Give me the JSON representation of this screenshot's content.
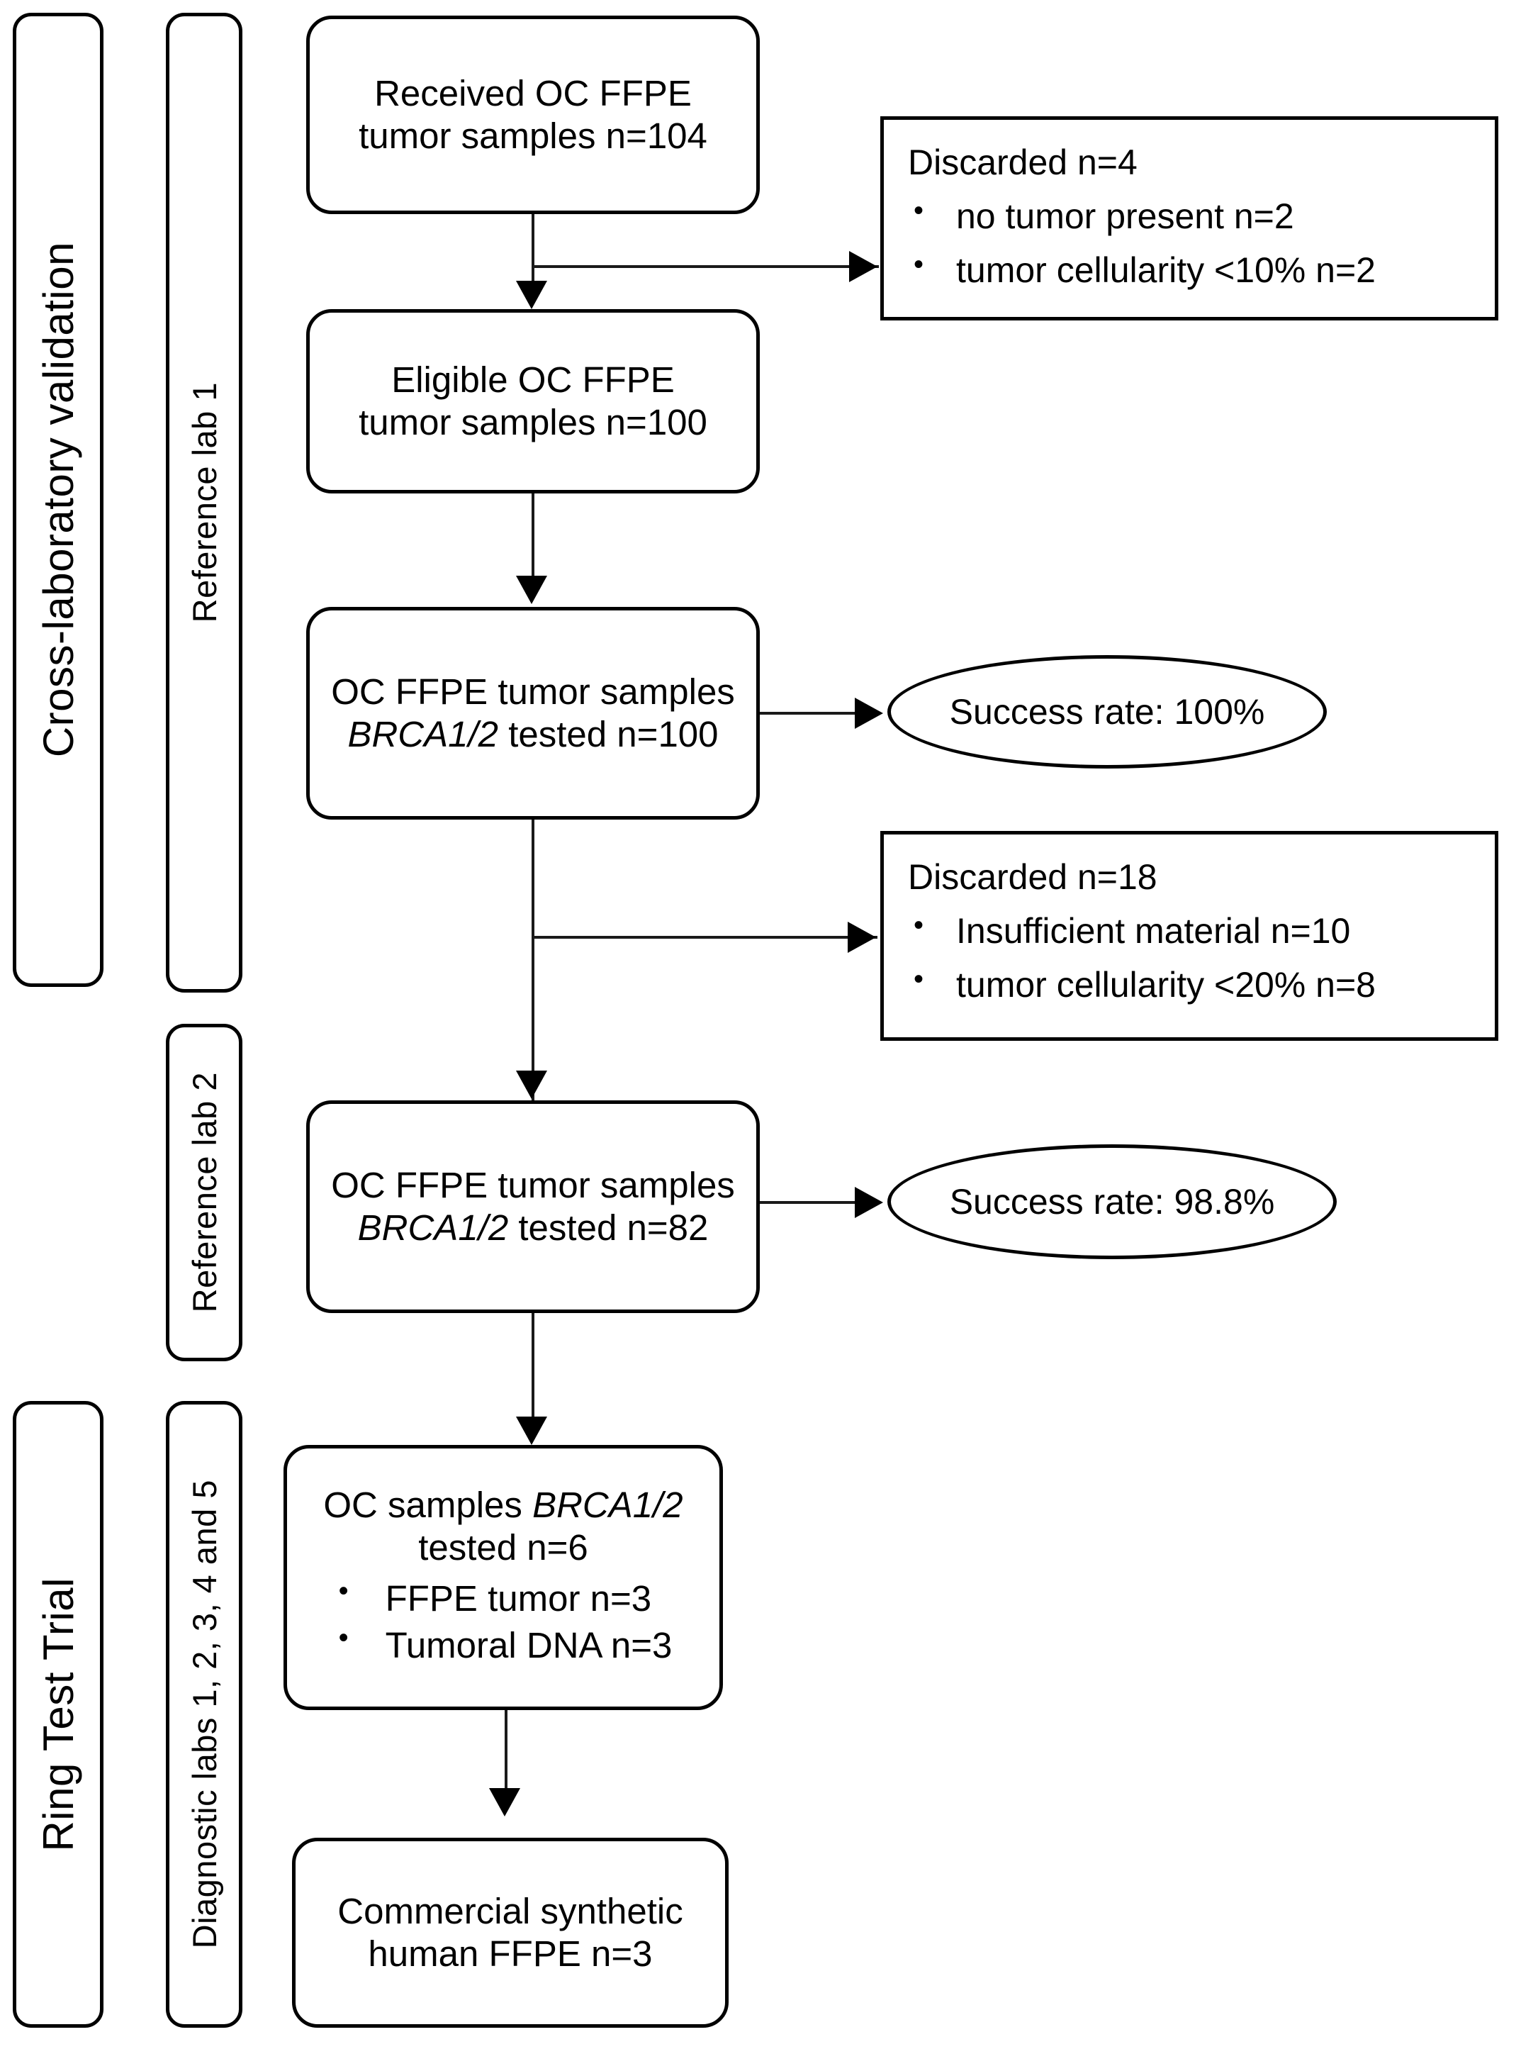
{
  "figure": {
    "kind": "flow-diagram",
    "subject": "OC FFPE tumor sample BRCA1/2 testing workflow"
  },
  "phases": [
    {
      "id": "cross-lab-validation",
      "label": "Cross-laboratory  validation"
    },
    {
      "id": "ring-test-trial",
      "label": "Ring  Test  Trial"
    }
  ],
  "labs": [
    {
      "id": "reference-lab-1",
      "label": "Reference lab 1"
    },
    {
      "id": "reference-lab-2",
      "label": "Reference lab 2"
    },
    {
      "id": "diagnostic-labs",
      "label": "Diagnostic labs 1, 2, 3, 4 and 5"
    }
  ],
  "nodes": {
    "received": {
      "line1": "Received OC FFPE",
      "line2": "tumor samples n=104"
    },
    "eligible": {
      "line1": "Eligible OC FFPE",
      "line2": "tumor samples n=100"
    },
    "tested_lab1": {
      "line1": "OC FFPE tumor samples",
      "gene": "BRCA1/2",
      "line2_rest": " tested n=100"
    },
    "tested_lab2": {
      "line1": "OC FFPE tumor samples",
      "gene": "BRCA1/2",
      "line2_rest": " tested n=82"
    },
    "ring_samples": {
      "line1_pre": "OC samples ",
      "gene": "BRCA1/2",
      "line2": "tested n=6",
      "bullets": [
        "FFPE tumor n=3",
        "Tumoral DNA n=3"
      ]
    },
    "commercial": {
      "line1": "Commercial synthetic",
      "line2": "human FFPE n=3"
    }
  },
  "discards": [
    {
      "id": "discarded-1",
      "title": "Discarded n=4",
      "items": [
        "no tumor present n=2",
        "tumor cellularity <10% n=2"
      ]
    },
    {
      "id": "discarded-2",
      "title": "Discarded n=18",
      "items": [
        "Insufficient material n=10",
        "tumor cellularity <20% n=8"
      ]
    }
  ],
  "outcomes": [
    {
      "id": "success-rate-lab1",
      "label": "Success rate: 100%"
    },
    {
      "id": "success-rate-lab2",
      "label": "Success rate: 98.8%"
    }
  ],
  "colors": {
    "stroke": "#000000",
    "connector": "#1a1a1a",
    "background": "#ffffff",
    "text": "#000000"
  }
}
